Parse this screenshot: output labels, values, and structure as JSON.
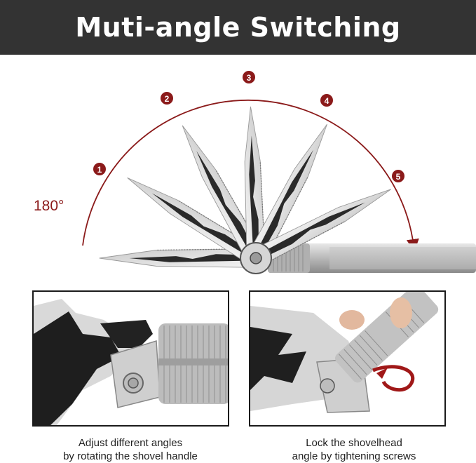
{
  "banner": {
    "title": "Muti-angle Switching"
  },
  "hero": {
    "angle_label": "180°",
    "positions": [
      "1",
      "2",
      "3",
      "4",
      "5"
    ],
    "accent_color": "#8b1a1a"
  },
  "panels": [
    {
      "caption_line1": "Adjust different angles",
      "caption_line2": "by rotating the shovel handle"
    },
    {
      "caption_line1": "Lock the shovelhead",
      "caption_line2": "angle by tightening screws"
    }
  ]
}
